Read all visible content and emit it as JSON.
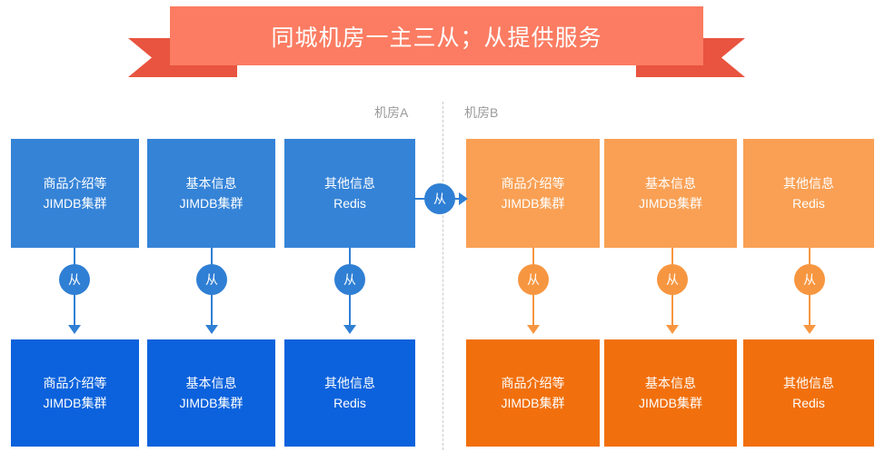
{
  "banner": {
    "title": "同城机房一主三从；从提供服务",
    "fill_color": "#fb7c62",
    "tail_color": "#e8543f"
  },
  "zones": {
    "a_label": "机房A",
    "b_label": "机房B"
  },
  "colors": {
    "blue_light": "#3583d7",
    "blue_dark": "#0b62dc",
    "orange_light": "#f9a054",
    "orange_dark": "#f1700d",
    "blue_connector": "#2f7fd4",
    "orange_connector": "#f79640",
    "divider": "#c9c9c9",
    "label_text": "#9a9a9a"
  },
  "nodes": {
    "a_top": [
      {
        "line1": "商品介绍等",
        "line2": "JIMDB集群"
      },
      {
        "line1": "基本信息",
        "line2": "JIMDB集群"
      },
      {
        "line1": "其他信息",
        "line2": "Redis"
      }
    ],
    "a_bottom": [
      {
        "line1": "商品介绍等",
        "line2": "JIMDB集群"
      },
      {
        "line1": "基本信息",
        "line2": "JIMDB集群"
      },
      {
        "line1": "其他信息",
        "line2": "Redis"
      }
    ],
    "b_top": [
      {
        "line1": "商品介绍等",
        "line2": "JIMDB集群"
      },
      {
        "line1": "基本信息",
        "line2": "JIMDB集群"
      },
      {
        "line1": "其他信息",
        "line2": "Redis"
      }
    ],
    "b_bottom": [
      {
        "line1": "商品介绍等",
        "line2": "JIMDB集群"
      },
      {
        "line1": "基本信息",
        "line2": "JIMDB集群"
      },
      {
        "line1": "其他信息",
        "line2": "Redis"
      }
    ]
  },
  "connectors": {
    "vertical_a": [
      {
        "label": "从"
      },
      {
        "label": "从"
      },
      {
        "label": "从"
      }
    ],
    "vertical_b": [
      {
        "label": "从"
      },
      {
        "label": "从"
      },
      {
        "label": "从"
      }
    ],
    "cross_zone": {
      "label": "从"
    }
  }
}
